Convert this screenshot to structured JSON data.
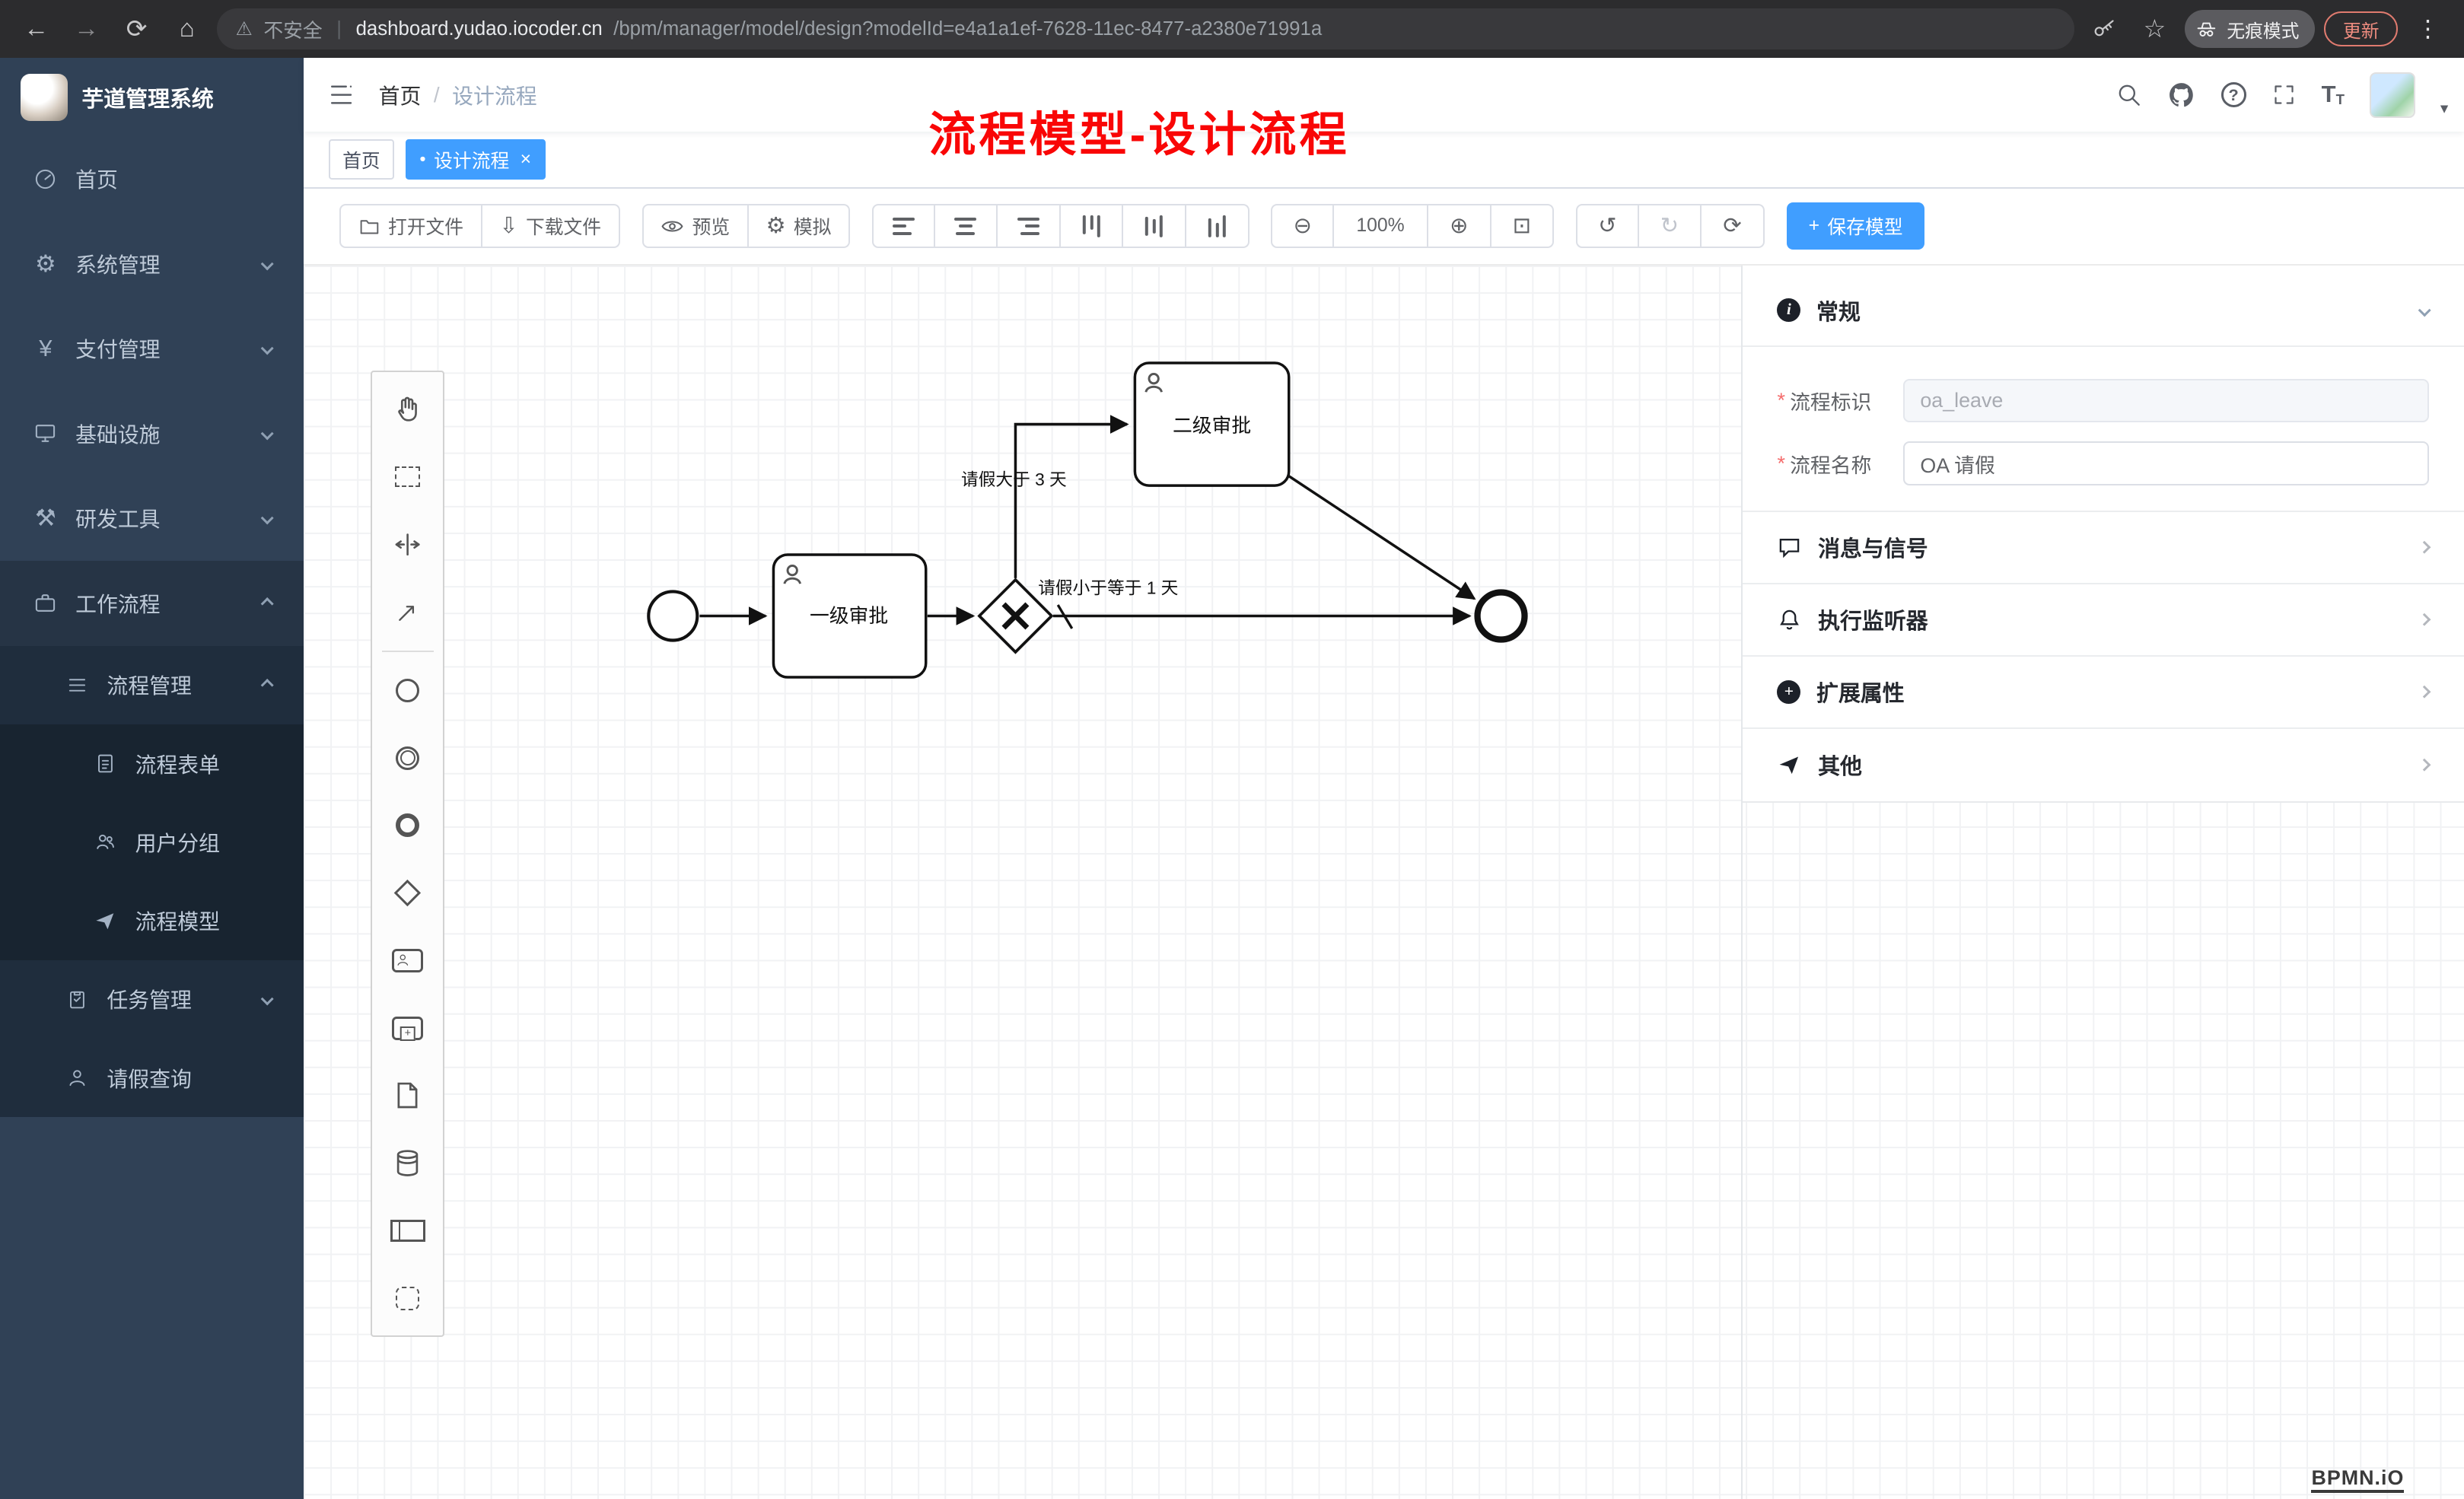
{
  "browser": {
    "security_text": "不安全",
    "url_domain": "dashboard.yudao.iocoder.cn",
    "url_path": "/bpm/manager/model/design?modelId=e4a1a1ef-7628-11ec-8477-a2380e71991a",
    "incognito_label": "无痕模式",
    "update_label": "更新"
  },
  "sidebar": {
    "logo_title": "芋道管理系统",
    "items": [
      {
        "label": "首页"
      },
      {
        "label": "系统管理"
      },
      {
        "label": "支付管理"
      },
      {
        "label": "基础设施"
      },
      {
        "label": "研发工具"
      },
      {
        "label": "工作流程"
      },
      {
        "label": "流程管理"
      },
      {
        "label": "流程表单"
      },
      {
        "label": "用户分组"
      },
      {
        "label": "流程模型"
      },
      {
        "label": "任务管理"
      },
      {
        "label": "请假查询"
      }
    ]
  },
  "header": {
    "breadcrumb_home": "首页",
    "breadcrumb_current": "设计流程",
    "annotation": "流程模型-设计流程"
  },
  "tabs": [
    {
      "label": "首页"
    },
    {
      "label": "设计流程"
    }
  ],
  "toolbar": {
    "open_file": "打开文件",
    "download_file": "下载文件",
    "preview": "预览",
    "simulate": "模拟",
    "zoom_level": "100%",
    "save_model": "保存模型"
  },
  "diagram": {
    "task1_label": "一级审批",
    "task2_label": "二级审批",
    "flow_top_label": "请假大于 3 天",
    "flow_bottom_label": "请假小于等于 1 天"
  },
  "properties": {
    "general_title": "常规",
    "fields": [
      {
        "label": "流程标识",
        "value": "oa_leave"
      },
      {
        "label": "流程名称",
        "value": "OA 请假"
      }
    ],
    "sections": [
      {
        "label": "消息与信号"
      },
      {
        "label": "执行监听器"
      },
      {
        "label": "扩展属性"
      },
      {
        "label": "其他"
      }
    ]
  },
  "watermark": "BPMN.iO",
  "colors": {
    "primary": "#409eff",
    "sidebar_bg": "#304156",
    "annotation_red": "#f90606",
    "tab_active": "#409eff"
  },
  "icons": {
    "back": "←",
    "forward": "→",
    "reload": "⟳",
    "home": "⌂",
    "warning": "⚠",
    "star": "☆",
    "menu_dots": "⋮",
    "pipe": "|",
    "gear": "⚙",
    "yen": "¥",
    "hammer": "⚒",
    "download": "⇩",
    "zoom_out": "⊖",
    "zoom_in": "⊕",
    "fit": "⊡",
    "undo": "↺",
    "redo": "↻",
    "refresh": "⟳",
    "plus": "+",
    "close": "×",
    "tab_dot": "●",
    "slash": "/",
    "asterisk": "*",
    "question": "?",
    "caret_down": "▾",
    "info": "i"
  }
}
